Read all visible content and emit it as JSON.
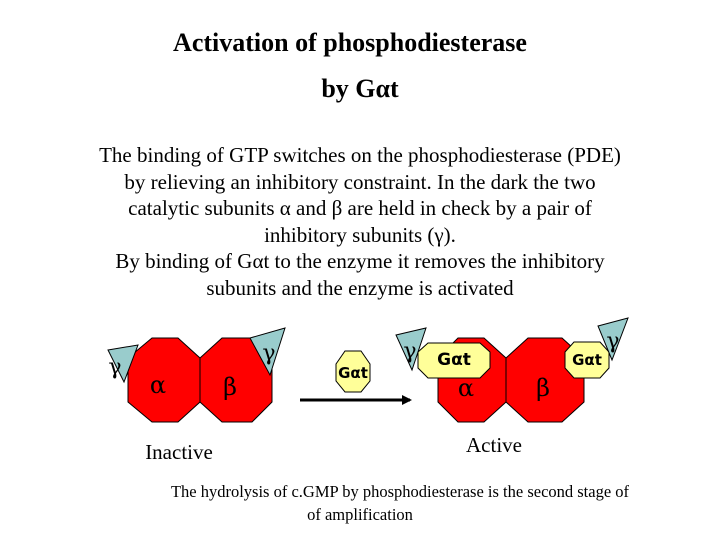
{
  "title": {
    "line1": "Activation of phosphodiesterase",
    "line2": "by Gαt"
  },
  "description": {
    "lines": [
      "The binding of GTP switches on the phosphodiesterase (PDE)",
      "by relieving an inhibitory constraint.  In the dark the two",
      "catalytic subunits α and β are held in check by a pair of",
      "inhibitory subunits (γ).",
      "By binding of Gαt to the enzyme it removes the inhibitory",
      "subunits and the enzyme is activated"
    ]
  },
  "diagram": {
    "inactive": {
      "gamma_left": "γ",
      "alpha": "α",
      "beta": "β",
      "gamma_right": "γ",
      "label": "Inactive"
    },
    "transducin": {
      "label": "Gαt"
    },
    "active": {
      "gamma_left": "γ",
      "gat_left": "Gαt",
      "alpha": "α",
      "beta": "β",
      "gat_right": "Gαt",
      "gamma_right": "γ",
      "label": "Active"
    },
    "colors": {
      "subunit_fill": "#ff0000",
      "gamma_fill": "#99cccc",
      "gat_fill": "#ffff99",
      "outline": "#000000"
    }
  },
  "footer": {
    "line1": "The hydrolysis of c.GMP by phosphodiesterase is the second stage of",
    "line2": "of amplification"
  }
}
